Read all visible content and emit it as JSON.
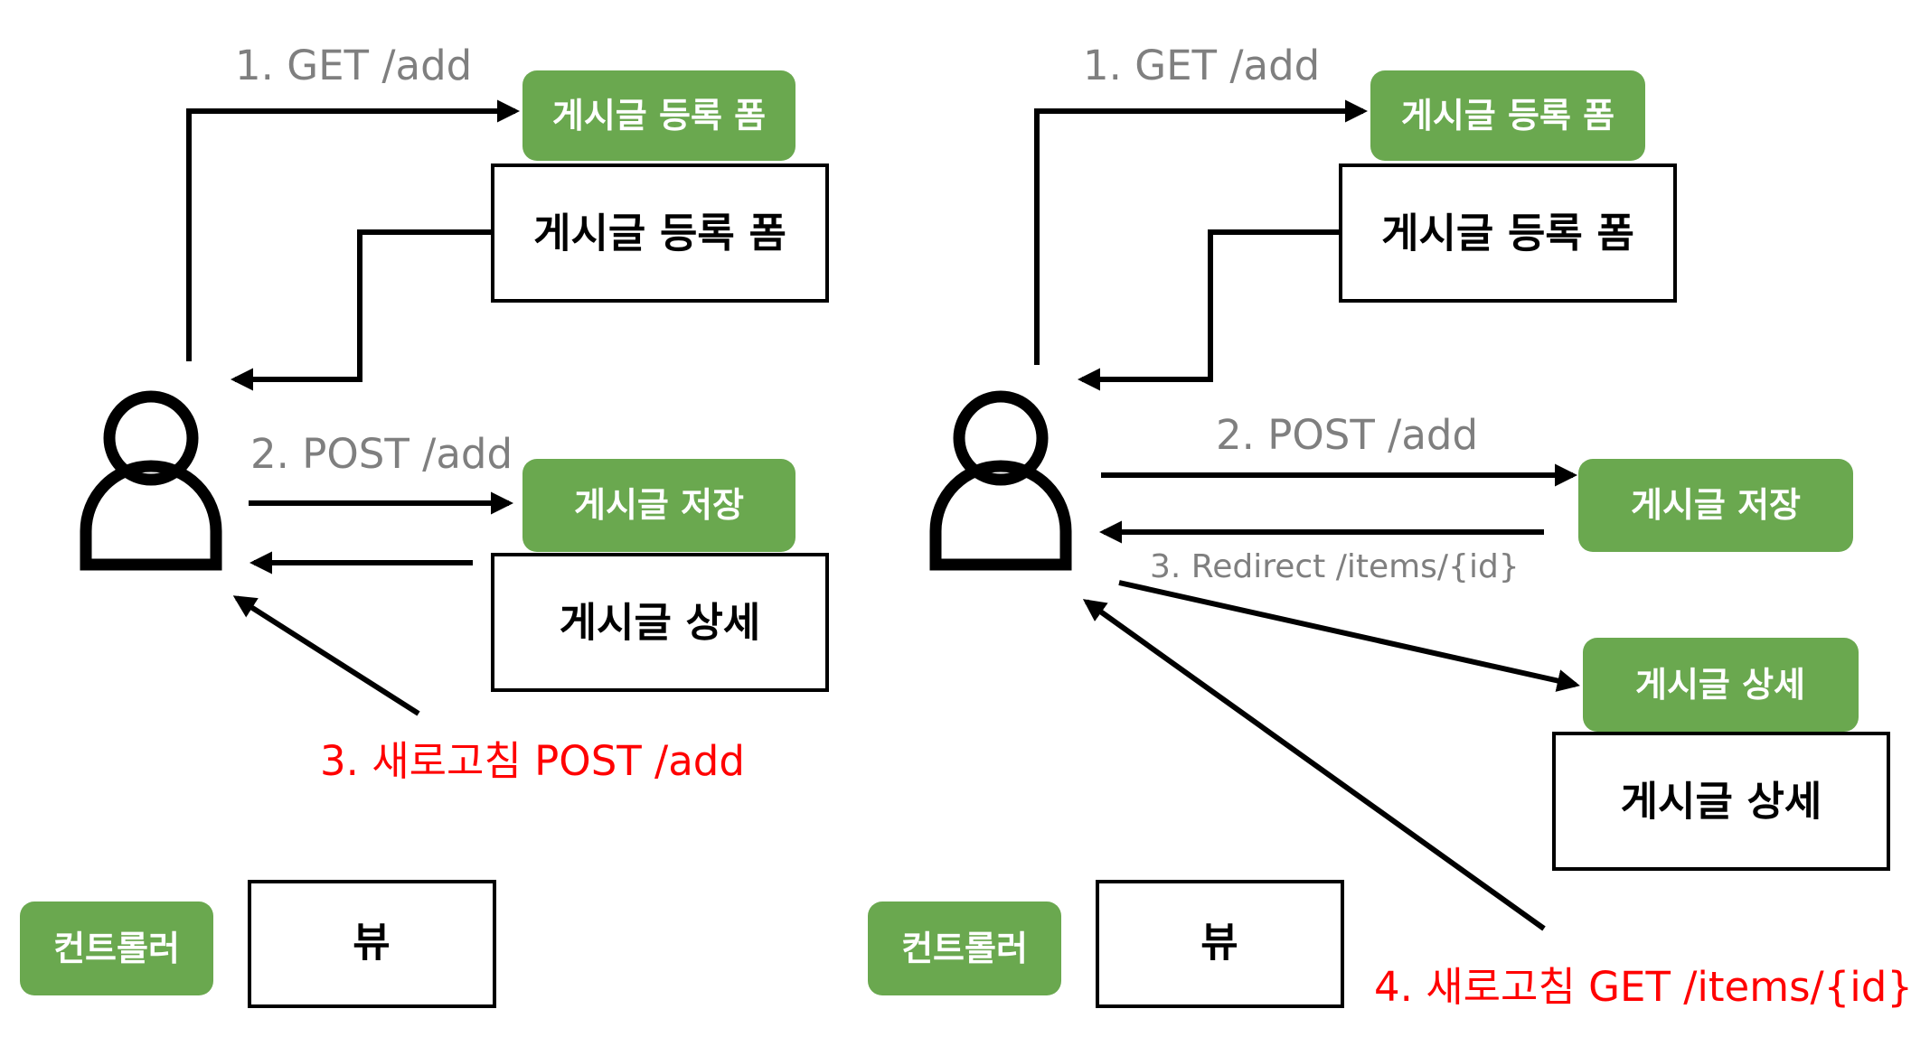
{
  "left": {
    "steps": {
      "get": "1. GET /add",
      "post": "2. POST /add",
      "refresh": "3. 새로고침 POST /add"
    },
    "controllers": {
      "form": "게시글 등록 폼",
      "save": "게시글 저장"
    },
    "views": {
      "form": "게시글 등록 폼",
      "detail": "게시글 상세"
    },
    "legend": {
      "controller": "컨트롤러",
      "view": "뷰"
    }
  },
  "right": {
    "steps": {
      "get": "1. GET /add",
      "post": "2. POST /add",
      "redirect": "3. Redirect /items/{id}",
      "refresh": "4. 새로고침 GET /items/{id}"
    },
    "controllers": {
      "form": "게시글 등록 폼",
      "save": "게시글 저장",
      "detail": "게시글 상세"
    },
    "views": {
      "form": "게시글 등록 폼",
      "detail": "게시글 상세"
    },
    "legend": {
      "controller": "컨트롤러",
      "view": "뷰"
    }
  },
  "colors": {
    "controller": "#6aa84f",
    "label_gray": "#7f7f7f",
    "label_red": "#ff0000"
  }
}
